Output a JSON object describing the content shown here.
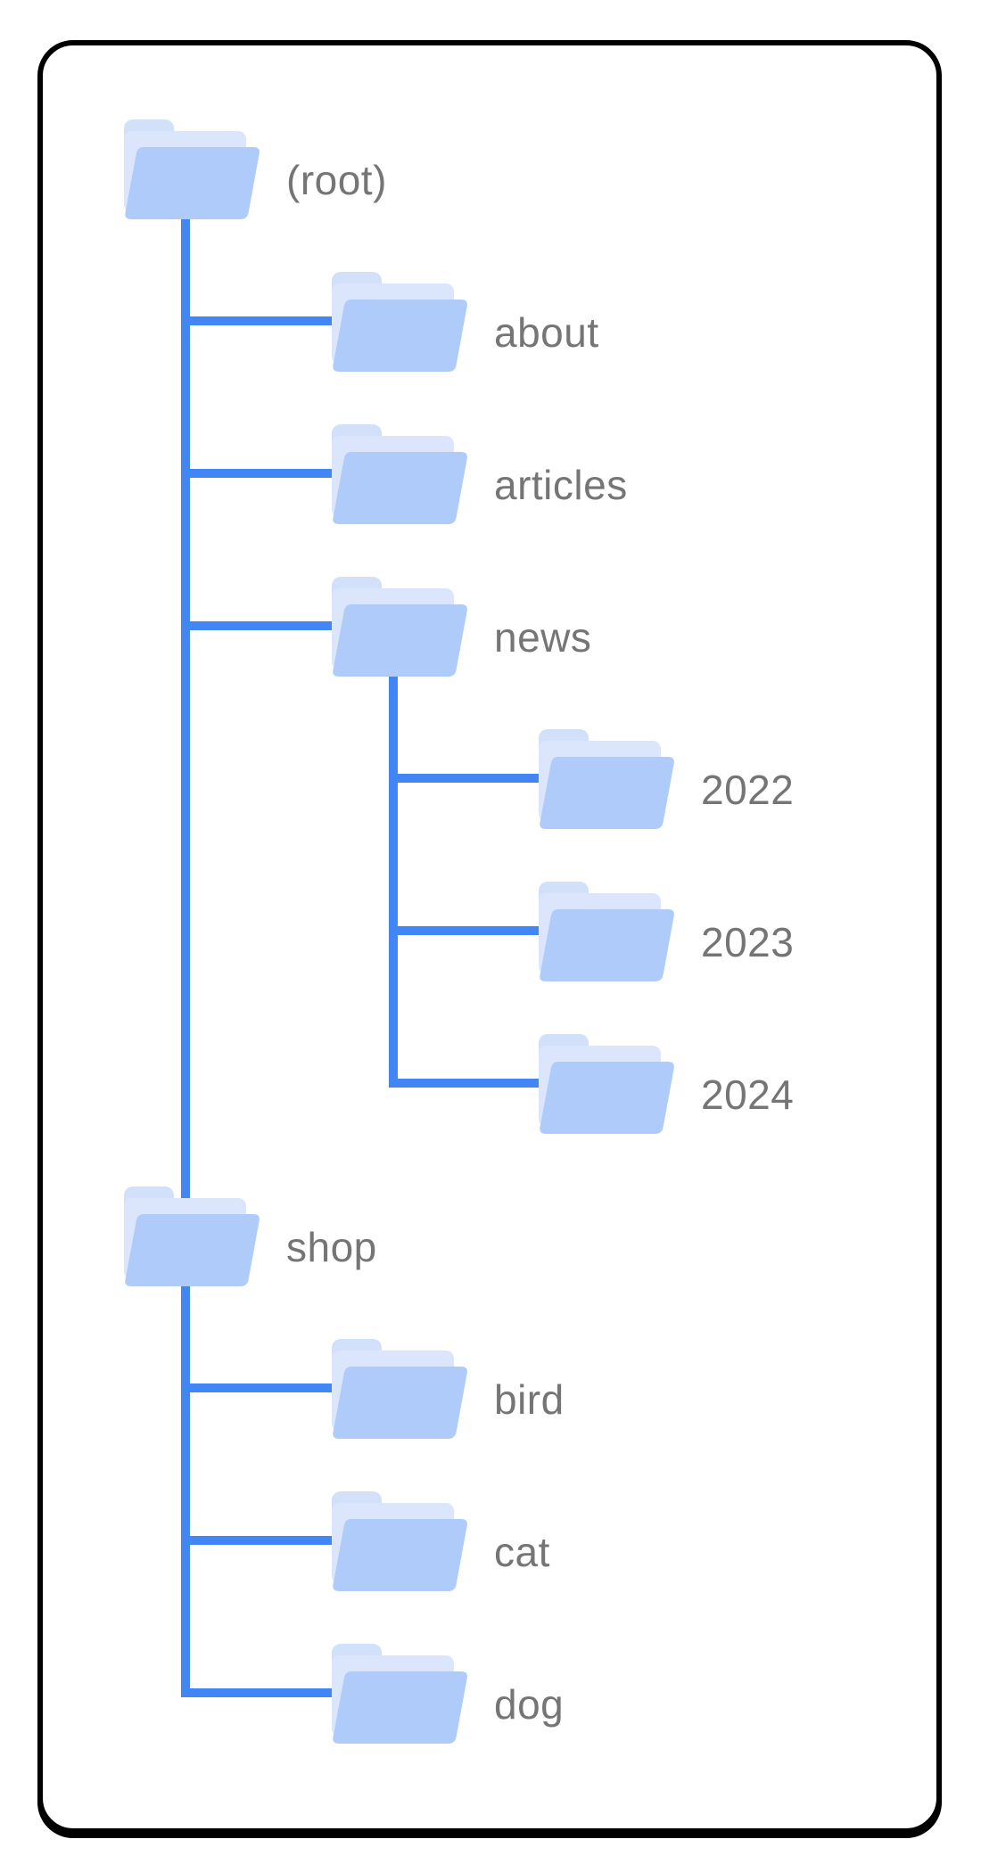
{
  "diagram": {
    "type": "folder-tree",
    "colors": {
      "connector": "#4285f4",
      "folder_front": "#aecbfa",
      "folder_back": "#dbe6fc",
      "folder_tab": "#d2e0fa",
      "label_text": "#757575",
      "card_border": "#000000",
      "card_background": "#ffffff"
    },
    "nodes": [
      {
        "id": "root",
        "label": "(root)",
        "parent": null
      },
      {
        "id": "about",
        "label": "about",
        "parent": "root"
      },
      {
        "id": "articles",
        "label": "articles",
        "parent": "root"
      },
      {
        "id": "news",
        "label": "news",
        "parent": "root"
      },
      {
        "id": "2022",
        "label": "2022",
        "parent": "news"
      },
      {
        "id": "2023",
        "label": "2023",
        "parent": "news"
      },
      {
        "id": "2024",
        "label": "2024",
        "parent": "news"
      },
      {
        "id": "shop",
        "label": "shop",
        "parent": "root"
      },
      {
        "id": "bird",
        "label": "bird",
        "parent": "shop"
      },
      {
        "id": "cat",
        "label": "cat",
        "parent": "shop"
      },
      {
        "id": "dog",
        "label": "dog",
        "parent": "shop"
      }
    ]
  }
}
